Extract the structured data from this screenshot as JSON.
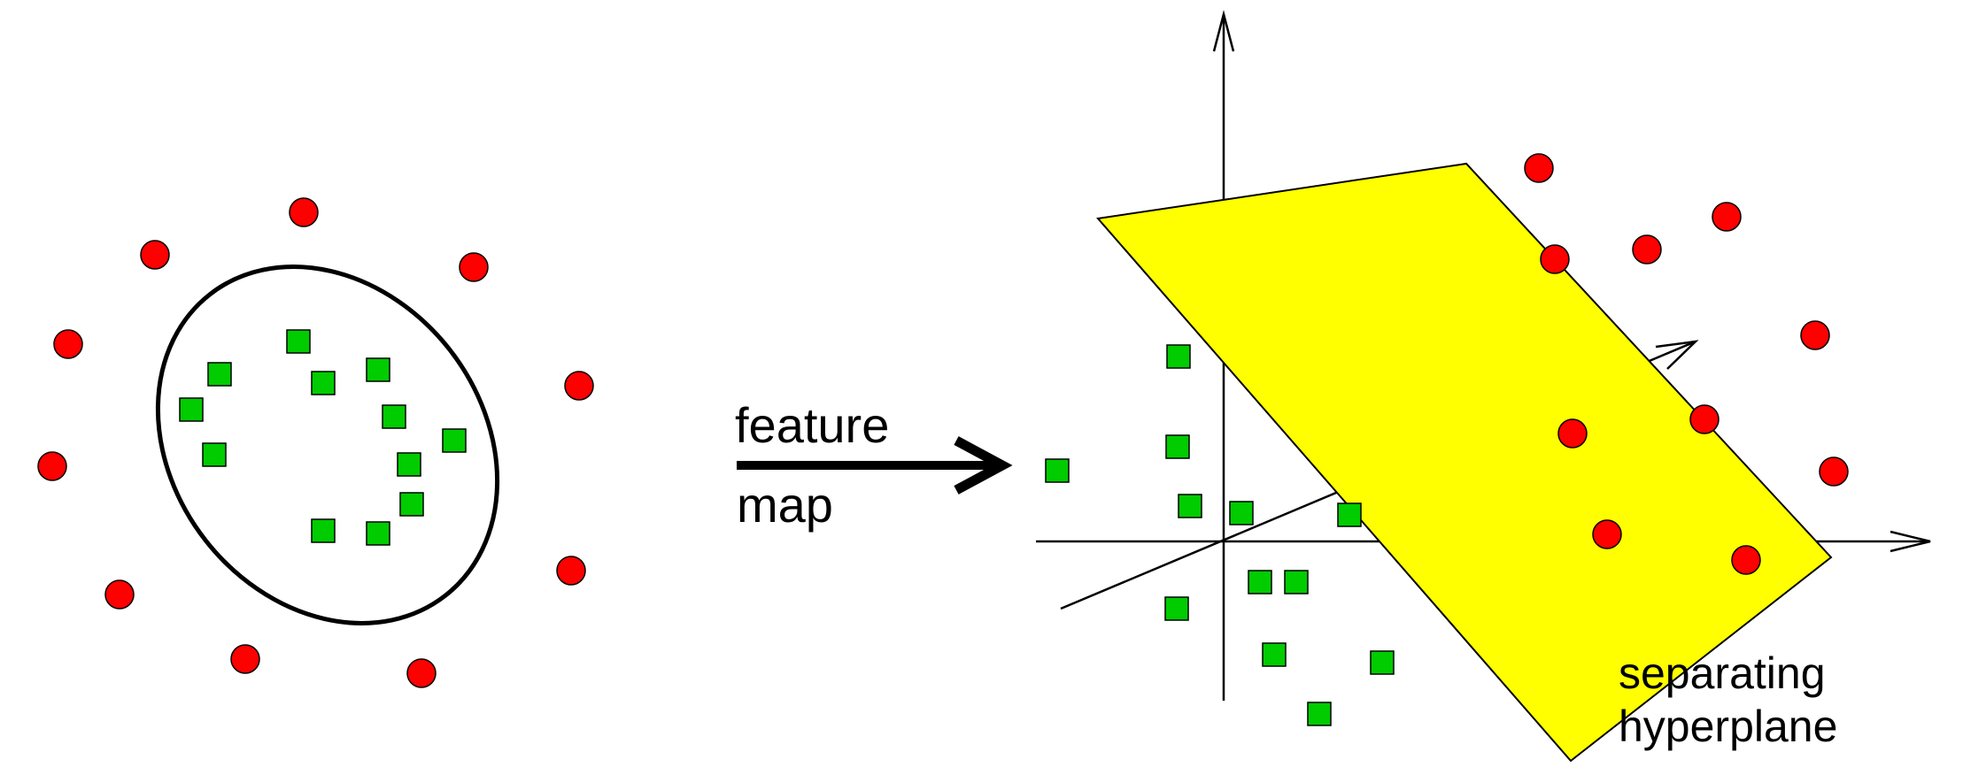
{
  "labels": {
    "arrow_top": "feature",
    "arrow_bottom": "map",
    "plane_line1": "separating",
    "plane_line2": "hyperplane"
  },
  "colors": {
    "circle": "#ff0000",
    "square": "#00cc00",
    "plane": "#ffff00",
    "line": "#000000"
  }
}
